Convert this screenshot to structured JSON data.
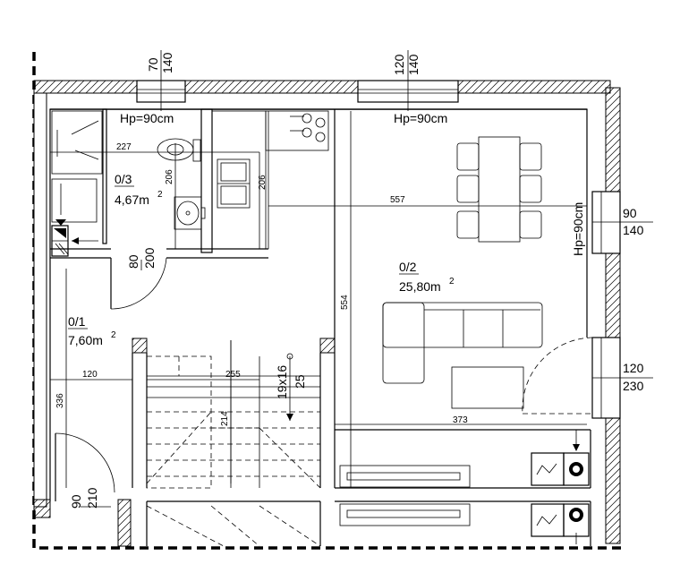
{
  "rooms": [
    {
      "id": "0/1",
      "area": "7,60m",
      "sup": "2"
    },
    {
      "id": "0/2",
      "area": "25,80m",
      "sup": "2"
    },
    {
      "id": "0/3",
      "area": "4,67m",
      "sup": "2"
    }
  ],
  "dims": {
    "d227": "227",
    "d206a": "206",
    "d206b": "206",
    "d557": "557",
    "d554": "554",
    "d255": "255",
    "d214": "214",
    "d120": "120",
    "d336": "336",
    "d373": "373",
    "stairs": "19x16",
    "stairs_b": "25"
  },
  "openings": {
    "win_top_left": {
      "w": "70",
      "h": "140"
    },
    "win_top_right": {
      "w": "120",
      "h": "140"
    },
    "win_right": {
      "w": "90",
      "h": "140"
    },
    "door_right": {
      "w": "120",
      "h": "230"
    },
    "door_entry": {
      "w": "90",
      "h": "210"
    },
    "door_bath": {
      "w": "80",
      "h": "200"
    },
    "sill_left": "Hp=90cm",
    "sill_mid": "Hp=90cm",
    "sill_right": "Hp=90cm"
  }
}
